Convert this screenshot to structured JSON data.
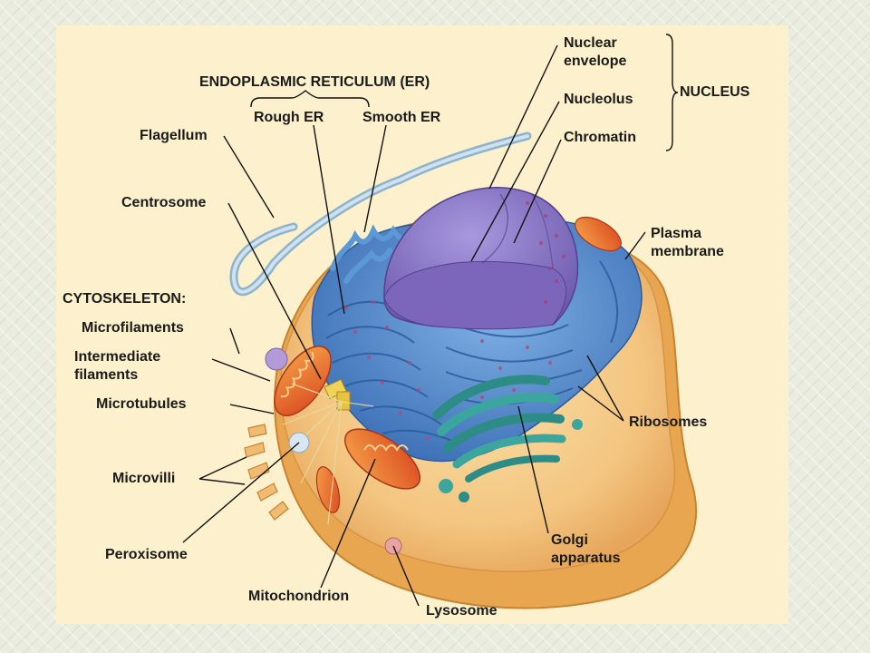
{
  "labels": {
    "er_group": "ENDOPLASMIC RETICULUM (ER)",
    "rough_er": "Rough ER",
    "smooth_er": "Smooth ER",
    "flagellum": "Flagellum",
    "centrosome": "Centrosome",
    "cytoskeleton": "CYTOSKELETON:",
    "microfilaments": "Microfilaments",
    "intermediate_filaments": "Intermediate\nfilaments",
    "microtubules": "Microtubules",
    "microvilli": "Microvilli",
    "peroxisome": "Peroxisome",
    "mitochondrion": "Mitochondrion",
    "lysosome": "Lysosome",
    "golgi": "Golgi\napparatus",
    "ribosomes": "Ribosomes",
    "plasma_membrane": "Plasma\nmembrane",
    "nuclear_envelope": "Nuclear\nenvelope",
    "nucleolus": "Nucleolus",
    "chromatin": "Chromatin",
    "nucleus_group": "NUCLEUS"
  },
  "colors": {
    "cytoplasm": "#f3c580",
    "cell_membrane": "#e9a650",
    "er": "#4f86c9",
    "nucleus": "#8c78c4",
    "golgi": "#35a39a",
    "mitochondrion": "#e9622b",
    "flagellum": "#a9c8de"
  }
}
